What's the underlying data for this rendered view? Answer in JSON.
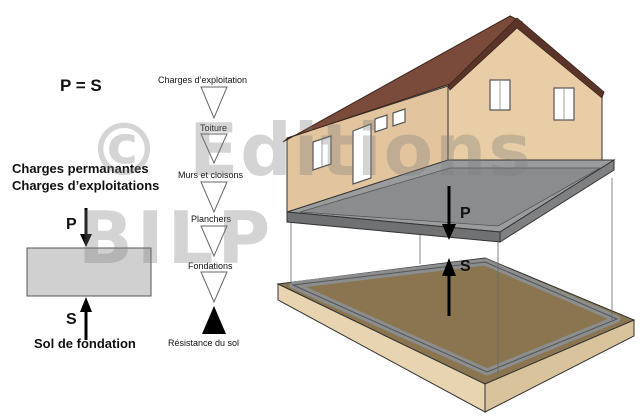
{
  "equation": "P = S",
  "left_panel": {
    "heading_line1": "Charges permanantes",
    "heading_line2": "Charges d’exploitations",
    "p_label": "P",
    "s_label": "S",
    "sol_label": "Sol de fondation"
  },
  "load_chain": [
    "Charges d’exploitation",
    "Toiture",
    "Murs et cloisons",
    "Planchers",
    "Fondations",
    "Résistance du sol"
  ],
  "house": {
    "p_label": "P",
    "s_label": "S"
  },
  "watermark": {
    "line1": "© Editions",
    "line2": "BILP"
  },
  "colors": {
    "wall": "#e2c59e",
    "roof": "#7a4a3a",
    "slab": "#8e9092",
    "ground_fill": "#8a7550",
    "ground_side": "#e8d4b0",
    "box": "#d0d0d0"
  }
}
